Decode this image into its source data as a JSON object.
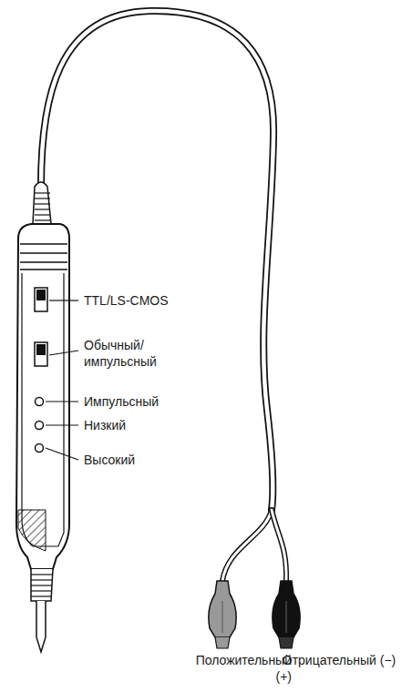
{
  "diagram": {
    "labels": [
      "TTL/LS-CMOS",
      "Обычный/ импульсный",
      "Импульсный",
      "Низкий",
      "Высокий",
      "Положительный (+)",
      "Отрицательный (−)"
    ]
  }
}
